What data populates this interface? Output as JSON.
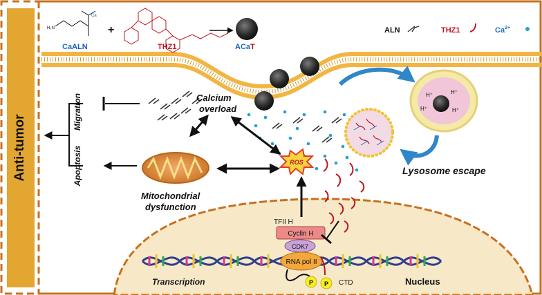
{
  "side_label": "Anti-tumor",
  "compounds": {
    "ca_aln_prefix": "Ca",
    "ca_aln_suffix": "ALN",
    "thz1": "THZ1",
    "acat_a": "A",
    "acat_ca": "Ca",
    "acat_t": "T",
    "plus": "+"
  },
  "legend": {
    "aln": "ALN",
    "thz1": "THZ1",
    "ca_base": "Ca",
    "ca_sup": "2+"
  },
  "labels": {
    "migration": "Migration",
    "apoptosis": "Apoptosis",
    "calcium_overload_1": "Calcium",
    "calcium_overload_2": "overload",
    "mito_1": "Mitochondrial",
    "mito_2": "dysfunction",
    "ros": "ROS",
    "lysosome_escape": "Lysosome escape",
    "tfiih": "TFII H",
    "cyclin_h": "Cyclin H",
    "cdk7": "CDK7",
    "rna_pol": "RNA pol II",
    "p": "P",
    "ctd": "CTD",
    "transcription": "Transcription",
    "nucleus": "Nucleus",
    "h_plus": "H+"
  },
  "colors": {
    "border_orange": "#c8701e",
    "side_panel": "#e3a630",
    "membrane_yellow": "#f2b544",
    "thz1_red": "#c0141c",
    "ca_blue": "#1f6fc4",
    "aln_blue": "#1a5fb4",
    "nucleus_fill": "#f7e9c8",
    "arrow_blue": "#2f86c8"
  }
}
